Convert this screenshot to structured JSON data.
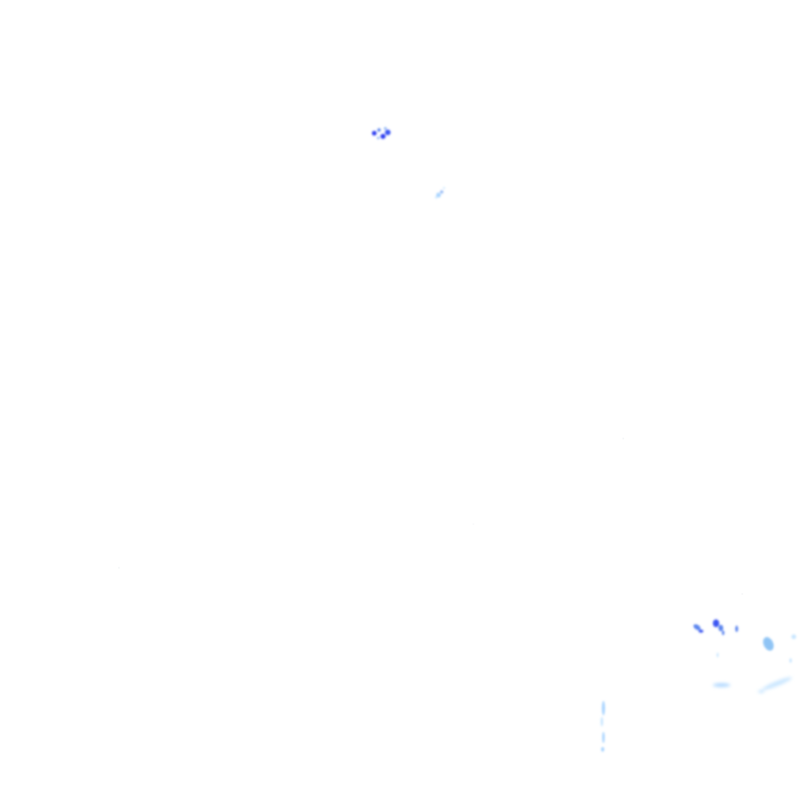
{
  "map": {
    "layer": "precipitation-radar-overlay",
    "background_color": "#ffffff",
    "colors": {
      "light": "#c9e6ff",
      "light_medium": "#a9d4ff",
      "medium": "#8fb6f5",
      "medium_heavy": "#5a84ee",
      "heavy": "#2b3bf0"
    },
    "echo_intensities": [
      {
        "id": "cell-north",
        "intensity": "heavy"
      },
      {
        "id": "cell-north-east-small",
        "intensity": "light_medium"
      },
      {
        "id": "cluster-south-east",
        "intensity": "medium_heavy"
      },
      {
        "id": "band-south-east",
        "intensity": "light"
      },
      {
        "id": "band-south",
        "intensity": "light_medium"
      }
    ]
  }
}
